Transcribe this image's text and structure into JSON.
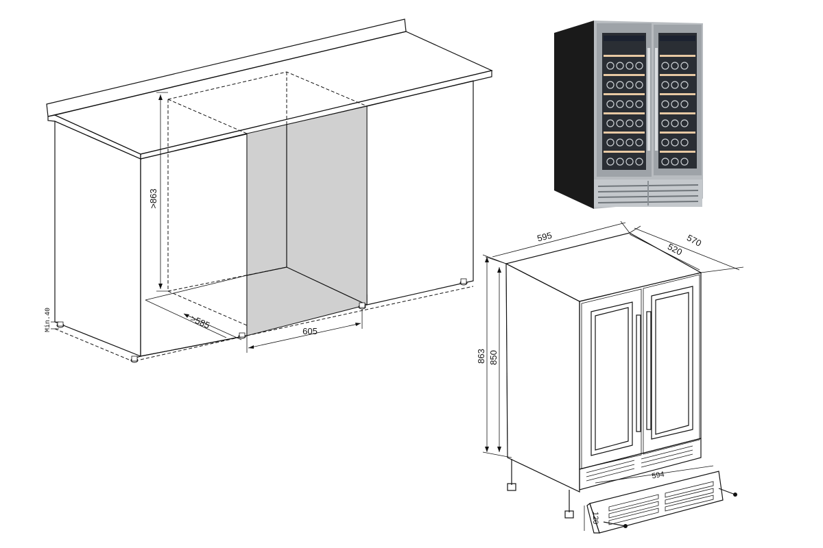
{
  "colors": {
    "line": "#111111",
    "niche_fill": "#d0d0d0",
    "cabinet_body": "#1a1a1a",
    "steel": "#b8bcc0",
    "glass": "#2a2e34",
    "background": "#ffffff"
  },
  "left_diagram": {
    "height_label": ">863",
    "depth_label": ">585",
    "width_label": "605",
    "gap_label": "Min.40"
  },
  "right_diagram": {
    "width_label": "595",
    "depth_outer_label": "570",
    "depth_inner_label": "520",
    "height_outer_label": "863",
    "height_inner_label": "850",
    "base_width_label": "594",
    "grille_height_label": "120"
  },
  "photo": {
    "icon": "wine-cooler-photo"
  }
}
